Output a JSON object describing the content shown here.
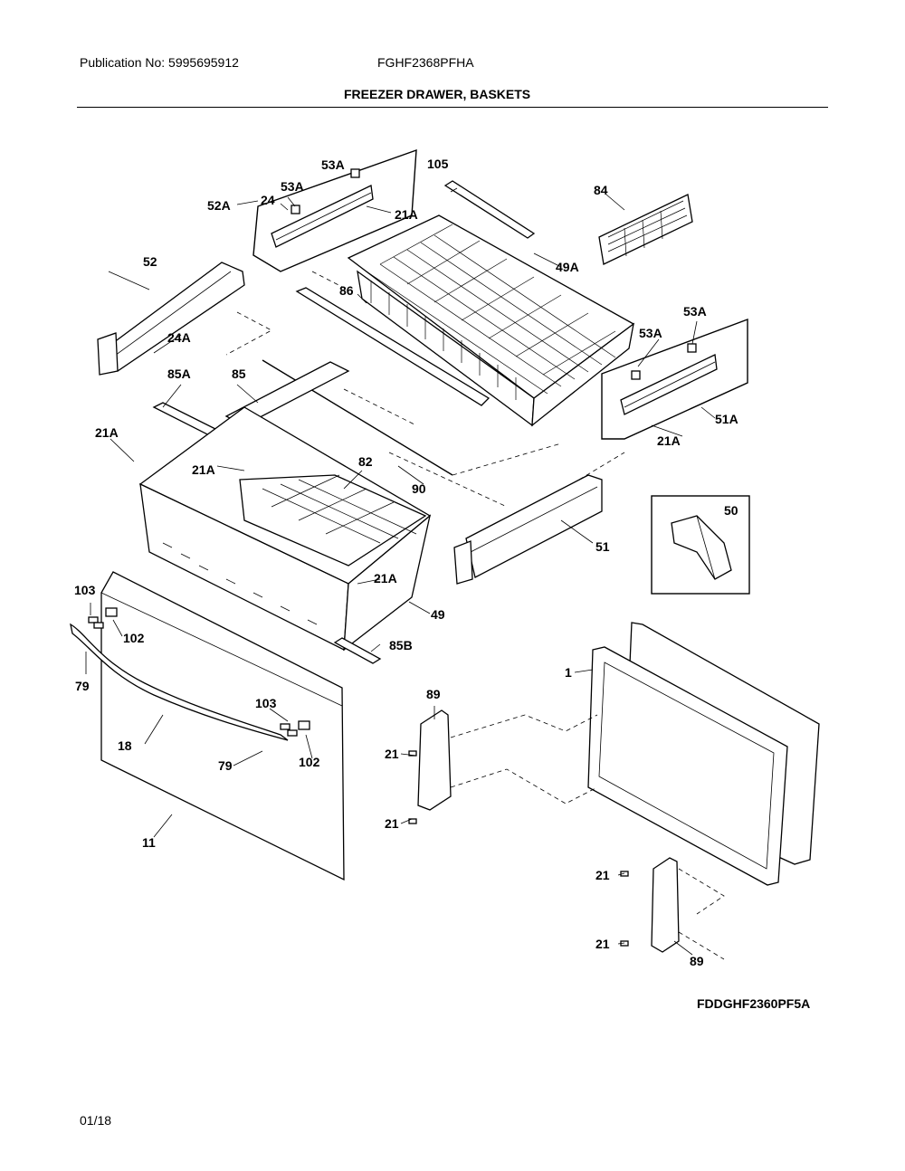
{
  "header": {
    "publication": "Publication No: 5995695912",
    "model": "FGHF2368PFHA",
    "title": "FREEZER DRAWER, BASKETS"
  },
  "labels": {
    "l53a_top": "53A",
    "l105": "105",
    "l84": "84",
    "l53a_top2": "53A",
    "l52a": "52A",
    "l24": "24",
    "l21a_top": "21A",
    "l52": "52",
    "l49a": "49A",
    "l86": "86",
    "l53a_right": "53A",
    "l53a_right2": "53A",
    "l24a": "24A",
    "l85a": "85A",
    "l85": "85",
    "l51a": "51A",
    "l21a_right": "21A",
    "l21a_left": "21A",
    "l21a_mid": "21A",
    "l82": "82",
    "l90": "90",
    "l50": "50",
    "l51": "51",
    "l21a_low": "21A",
    "l103_top": "103",
    "l49": "49",
    "l102_top": "102",
    "l85b": "85B",
    "l1": "1",
    "l79_left": "79",
    "l89_top": "89",
    "l103_low": "103",
    "l18": "18",
    "l21_a": "21",
    "l79_low": "79",
    "l102_low": "102",
    "l21_b": "21",
    "l11": "11",
    "l21_c": "21",
    "l21_d": "21",
    "l89_low": "89"
  },
  "diagram_code": "FDDGHF2360PF5A",
  "footer_date": "01/18"
}
